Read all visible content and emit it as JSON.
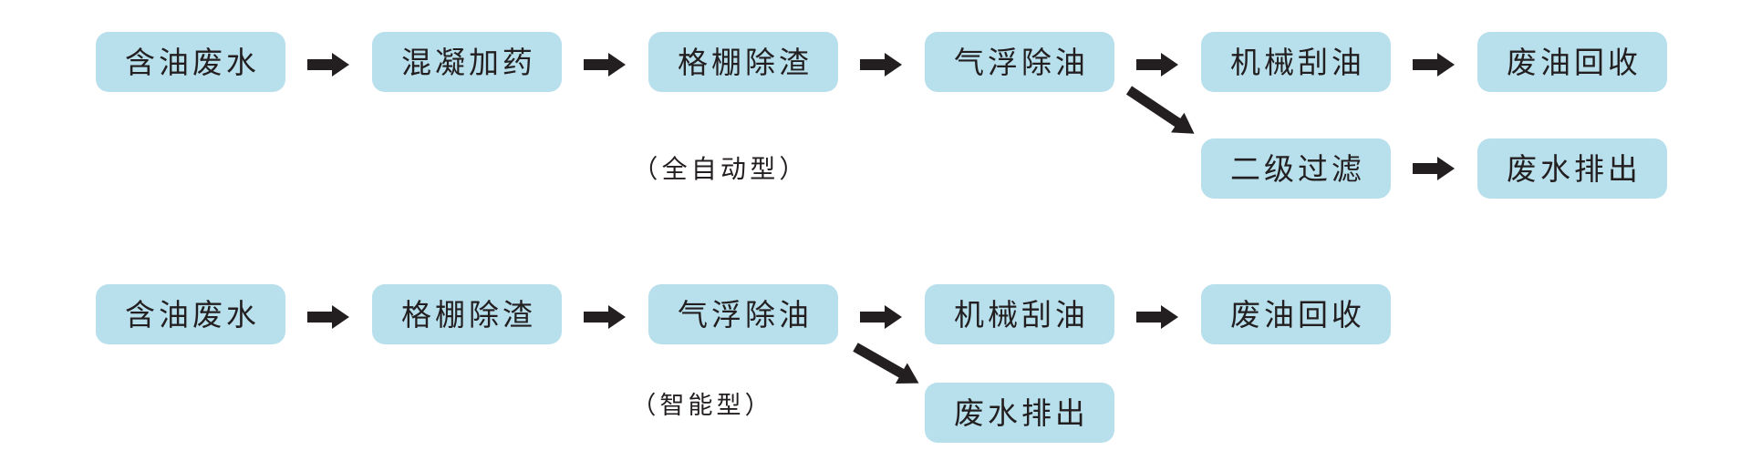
{
  "diagram": {
    "colors": {
      "box_fill": "#b8dfec",
      "arrow": "#231f20",
      "text": "#231f20",
      "background": "#ffffff"
    },
    "flows": [
      {
        "label": "（全自动型）",
        "main": [
          "含油废水",
          "混凝加药",
          "格棚除渣",
          "气浮除油",
          "机械刮油",
          "废油回收"
        ],
        "branch": [
          "二级过滤",
          "废水排出"
        ]
      },
      {
        "label": "（智能型）",
        "main": [
          "含油废水",
          "格棚除渣",
          "气浮除油",
          "机械刮油",
          "废油回收"
        ],
        "branch": [
          "废水排出"
        ]
      }
    ]
  }
}
